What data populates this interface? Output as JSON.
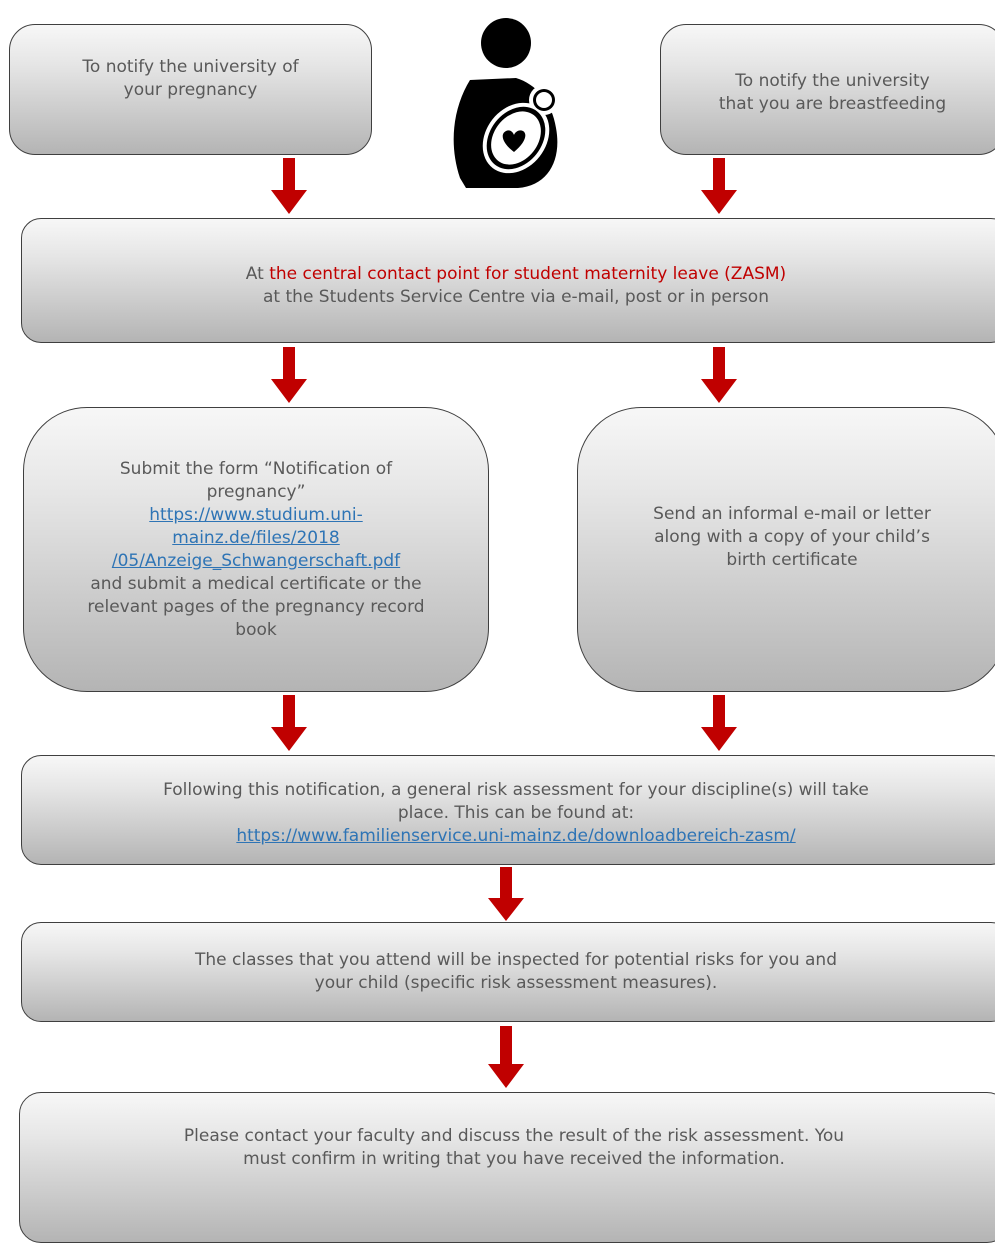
{
  "box_notify_pregnancy": {
    "lines": [
      "To notify the university of",
      "your pregnancy"
    ]
  },
  "box_notify_breastfeeding": {
    "lines": [
      "To notify the university",
      "that you are breastfeeding"
    ]
  },
  "box_contact_point": {
    "prefix": "At ",
    "highlight": "the central contact point for student maternity leave (ZASM)",
    "line2": "at the Students Service Centre via e-mail, post or in person"
  },
  "box_submit_form": {
    "lines_before": [
      "Submit the form “Notification of",
      "pregnancy”"
    ],
    "link_lines": [
      "https://www.studium.uni-",
      "mainz.de/files/2018",
      "/05/Anzeige_Schwangerschaft.pdf"
    ],
    "lines_after": [
      "and submit a medical certificate or the",
      "relevant pages of the pregnancy record",
      "book"
    ]
  },
  "box_send_letter": {
    "lines": [
      "Send an informal e-mail or letter",
      "along with a copy of your child’s",
      "birth certificate"
    ]
  },
  "box_risk_general": {
    "lines": [
      "Following this notification, a general risk assessment for your discipline(s) will take",
      "place. This can be found at:"
    ],
    "link": "https://www.familienservice.uni-mainz.de/downloadbereich-zasm/"
  },
  "box_classes_inspected": {
    "lines": [
      "The classes that you attend will be inspected for potential risks for you and",
      "your child (specific risk assessment measures)."
    ]
  },
  "box_contact_faculty": {
    "lines": [
      "Please contact your faculty and discuss the result of the risk assessment. You",
      "must confirm in writing that you have received the information."
    ]
  },
  "colors": {
    "arrow": "#c00000",
    "highlight_text": "#c00000",
    "link": "#2e74b5",
    "text": "#595959",
    "icon": "#000000"
  },
  "icons": [
    "mother-child-icon",
    "heart-icon"
  ]
}
